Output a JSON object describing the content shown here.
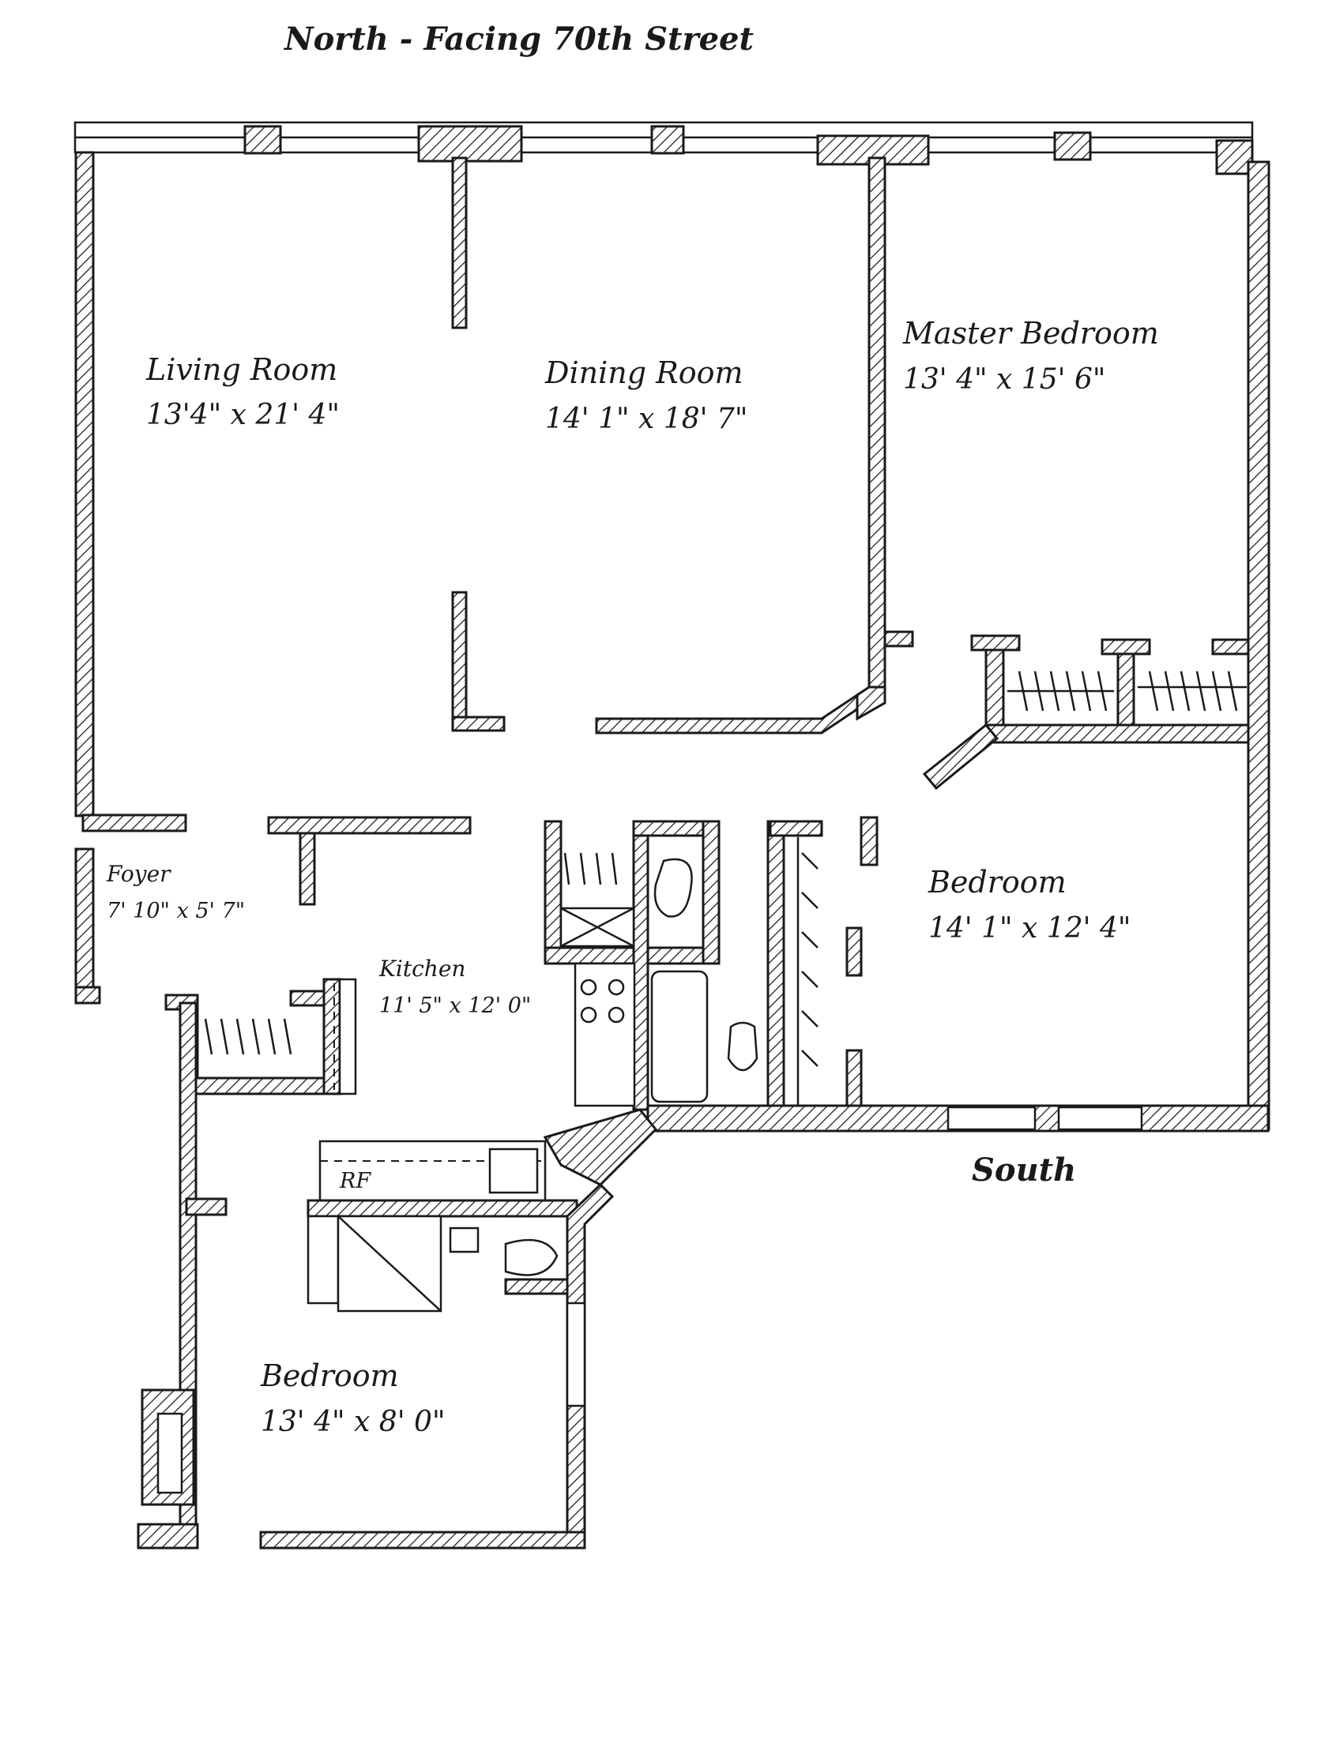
{
  "heading": "North - Facing 70th Street",
  "south_label": "South",
  "rooms": [
    {
      "name": "Living Room",
      "size": "13'4\" x 21' 4\""
    },
    {
      "name": "Dining Room",
      "size": "14' 1\" x 18' 7\""
    },
    {
      "name": "Master Bedroom",
      "size": "13' 4\" x 15' 6\""
    },
    {
      "name": "Foyer",
      "size": "7' 10\" x 5' 7\""
    },
    {
      "name": "Kitchen",
      "size": "11' 5\" x 12' 0\""
    },
    {
      "name": "Bedroom",
      "size": "14' 1\" x 12' 4\""
    },
    {
      "name": "Bedroom",
      "size": "13' 4\" x 8' 0\""
    }
  ],
  "fixture_labels": {
    "refrigerator": "RF"
  }
}
